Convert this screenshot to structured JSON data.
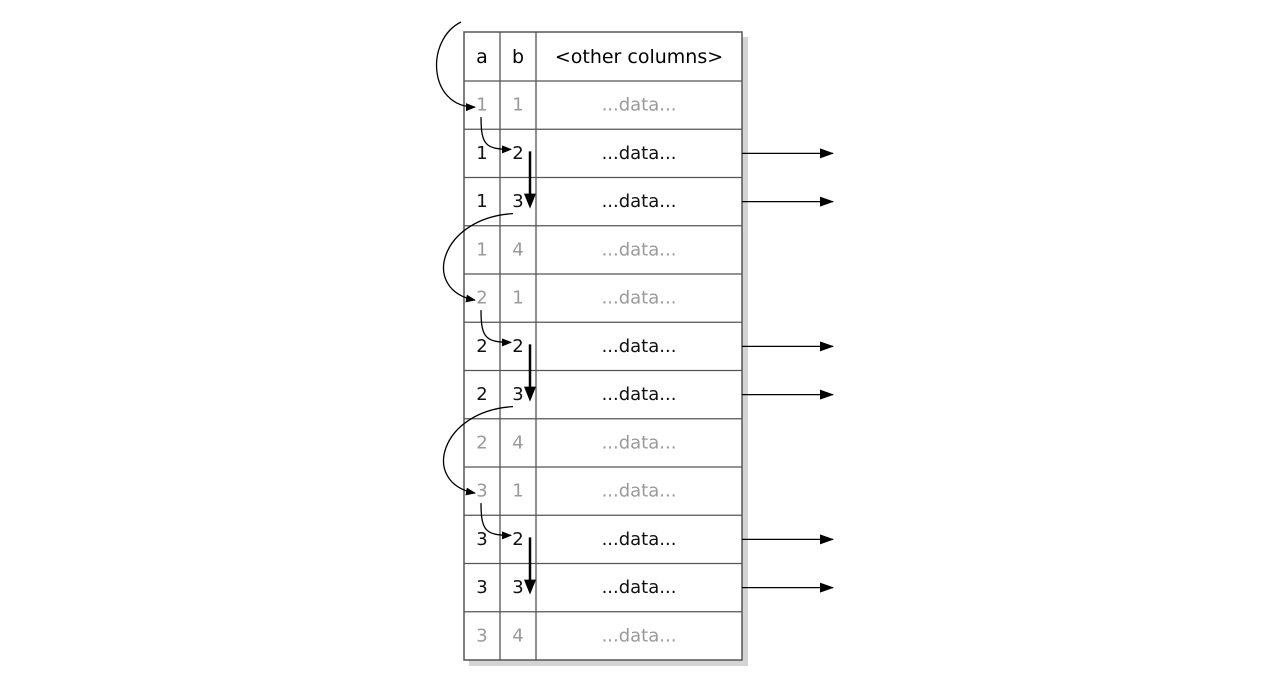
{
  "table": {
    "headers": [
      "a",
      "b",
      "<other columns>"
    ],
    "rows": [
      {
        "a": "1",
        "b": "1",
        "data": "...data...",
        "highlighted": false
      },
      {
        "a": "1",
        "b": "2",
        "data": "...data...",
        "highlighted": true
      },
      {
        "a": "1",
        "b": "3",
        "data": "...data...",
        "highlighted": true
      },
      {
        "a": "1",
        "b": "4",
        "data": "...data...",
        "highlighted": false
      },
      {
        "a": "2",
        "b": "1",
        "data": "...data...",
        "highlighted": false
      },
      {
        "a": "2",
        "b": "2",
        "data": "...data...",
        "highlighted": true
      },
      {
        "a": "2",
        "b": "3",
        "data": "...data...",
        "highlighted": true
      },
      {
        "a": "2",
        "b": "4",
        "data": "...data...",
        "highlighted": false
      },
      {
        "a": "3",
        "b": "1",
        "data": "...data...",
        "highlighted": false
      },
      {
        "a": "3",
        "b": "2",
        "data": "...data...",
        "highlighted": true
      },
      {
        "a": "3",
        "b": "3",
        "data": "...data...",
        "highlighted": true
      },
      {
        "a": "3",
        "b": "4",
        "data": "...data...",
        "highlighted": false
      }
    ]
  },
  "colors": {
    "active_text": "#111111",
    "inactive_text": "#9a9a9a",
    "grid": "#555555",
    "shadow": "#c8c8c8",
    "arrow": "#000000"
  }
}
